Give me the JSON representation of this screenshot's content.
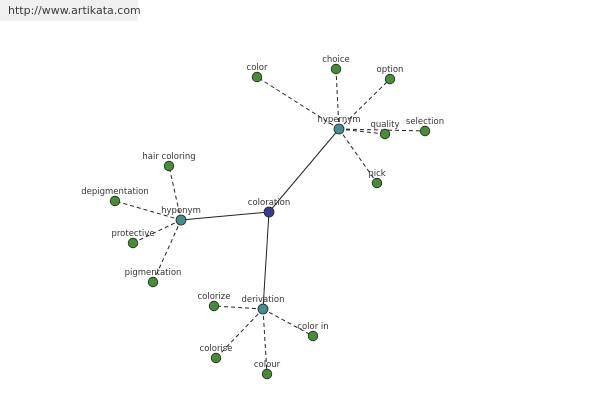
{
  "header": {
    "url": "http://www.artikata.com"
  },
  "colors": {
    "root": "#3a3d8c",
    "relation": "#4a8c8c",
    "leaf": "#4a8a3a",
    "edge": "#222222"
  },
  "graph": {
    "root": {
      "id": "coloration",
      "label": "coloration"
    },
    "relations": [
      {
        "id": "hypernym",
        "label": "hypernym",
        "words": [
          "color",
          "choice",
          "option",
          "quality",
          "selection",
          "pick"
        ]
      },
      {
        "id": "hyponym",
        "label": "hyponym",
        "words": [
          "hair coloring",
          "depigmentation",
          "protective",
          "pigmentation"
        ]
      },
      {
        "id": "derivation",
        "label": "derivation",
        "words": [
          "colorize",
          "color in",
          "colorise",
          "colour"
        ]
      }
    ]
  }
}
